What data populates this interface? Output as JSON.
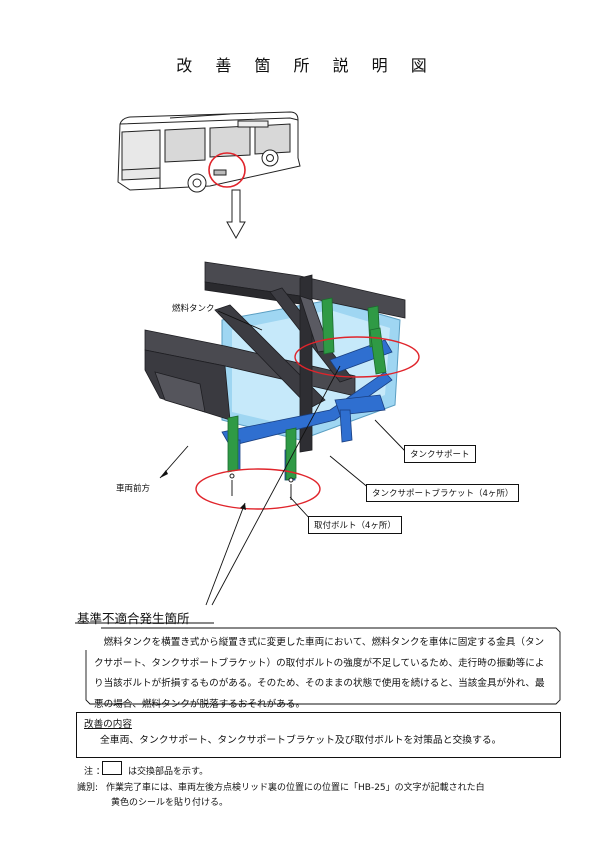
{
  "title": "改 善 箇 所 説 明 図",
  "labels": {
    "fuel_tank": "燃料タンク",
    "front": "車両前方",
    "tank_support": "タンクサポート",
    "tank_support_bracket": "タンクサポートブラケット（4ヶ所）",
    "mounting_bolt": "取付ボルト（4ヶ所）"
  },
  "defect": {
    "heading": "基準不適合発生箇所",
    "text": "　燃料タンクを横置き式から縦置き式に変更した車両において、燃料タンクを車体に固定する金具（タンクサポート、タンクサポートブラケット）の取付ボルトの強度が不足しているため、走行時の振動等により当該ボルトが折損するものがある。そのため、そのままの状態で使用を続けると、当該金具が外れ、最悪の場合、燃料タンクが脱落するおそれがある。"
  },
  "remedy": {
    "heading": "改善の内容",
    "text": "全車両、タンクサポート、タンクサポートブラケット及び取付ボルトを対策品と交換する。"
  },
  "notes": {
    "note_label": "注 ：",
    "note_text": "は交換部品を示す。",
    "ident_label": "識別:",
    "ident_line1": "作業完了車には、車両左後方点検リッド裏の位置にの位置に「HB-25」の文字が記載された白",
    "ident_line2": "黄色のシールを貼り付ける。"
  },
  "colors": {
    "highlight_circle": "#e0242b",
    "replacement_part": "#2f9a45",
    "fuel_tank": "#9fd6f2",
    "support_frame": "#2f6fd0",
    "chassis": "#3d3d42"
  }
}
